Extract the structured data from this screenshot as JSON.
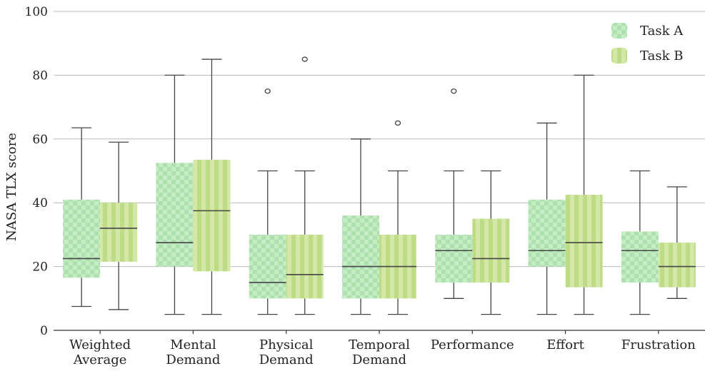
{
  "chart_data": {
    "type": "box",
    "ylabel": "NASA TLX score",
    "ylim": [
      0,
      100
    ],
    "yticks": [
      0,
      20,
      40,
      60,
      80,
      100
    ],
    "grid": true,
    "legend_position": "top-right",
    "categories": [
      [
        "Weighted",
        "Average"
      ],
      [
        "Mental",
        "Demand"
      ],
      [
        "Physical",
        "Demand"
      ],
      [
        "Temporal",
        "Demand"
      ],
      [
        "Performance"
      ],
      [
        "Effort"
      ],
      [
        "Frustration"
      ]
    ],
    "series": [
      {
        "name": "Task A",
        "pattern": "checker",
        "color": "#b9e6b9",
        "boxes": [
          {
            "min": 7.5,
            "q1": 16.5,
            "median": 22.5,
            "q3": 41,
            "max": 63.5,
            "outliers": []
          },
          {
            "min": 5,
            "q1": 20,
            "median": 27.5,
            "q3": 52.5,
            "max": 80,
            "outliers": []
          },
          {
            "min": 5,
            "q1": 10,
            "median": 15,
            "q3": 30,
            "max": 50,
            "outliers": [
              75
            ]
          },
          {
            "min": 5,
            "q1": 10,
            "median": 20,
            "q3": 36,
            "max": 60,
            "outliers": []
          },
          {
            "min": 10,
            "q1": 15,
            "median": 25,
            "q3": 30,
            "max": 50,
            "outliers": [
              75
            ]
          },
          {
            "min": 5,
            "q1": 20,
            "median": 25,
            "q3": 41,
            "max": 65,
            "outliers": []
          },
          {
            "min": 5,
            "q1": 15,
            "median": 25,
            "q3": 31,
            "max": 50,
            "outliers": []
          }
        ]
      },
      {
        "name": "Task B",
        "pattern": "stripes",
        "color": "#c9e39a",
        "boxes": [
          {
            "min": 6.5,
            "q1": 21.5,
            "median": 32,
            "q3": 40,
            "max": 59,
            "outliers": []
          },
          {
            "min": 5,
            "q1": 18.5,
            "median": 37.5,
            "q3": 53.5,
            "max": 85,
            "outliers": []
          },
          {
            "min": 5,
            "q1": 10,
            "median": 17.5,
            "q3": 30,
            "max": 50,
            "outliers": [
              85
            ]
          },
          {
            "min": 5,
            "q1": 10,
            "median": 20,
            "q3": 30,
            "max": 50,
            "outliers": [
              65
            ]
          },
          {
            "min": 5,
            "q1": 15,
            "median": 22.5,
            "q3": 35,
            "max": 50,
            "outliers": []
          },
          {
            "min": 5,
            "q1": 13.5,
            "median": 27.5,
            "q3": 42.5,
            "max": 80,
            "outliers": []
          },
          {
            "min": 10,
            "q1": 13.5,
            "median": 20,
            "q3": 27.5,
            "max": 45,
            "outliers": []
          }
        ]
      }
    ]
  }
}
